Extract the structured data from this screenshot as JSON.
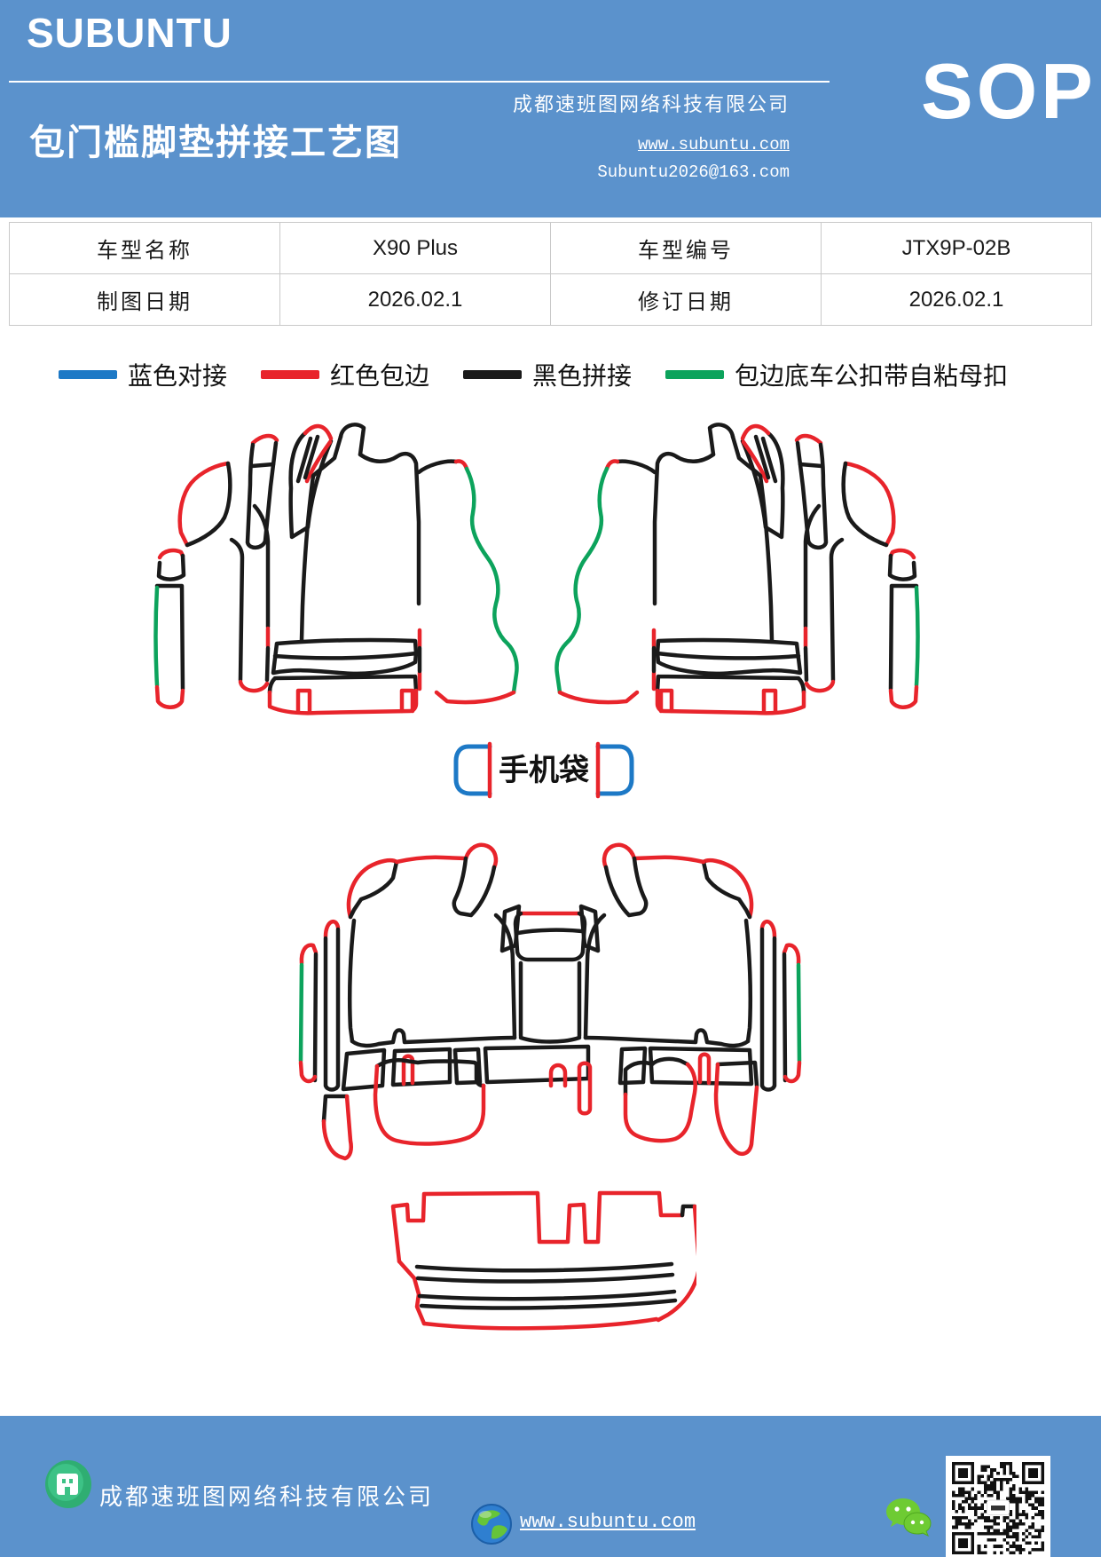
{
  "colors": {
    "header_blue": "#5b92cc",
    "footer_blue": "#5b92cc",
    "line_blue": "#1d79c6",
    "line_red": "#e8242b",
    "line_black": "#1a1a1a",
    "line_green": "#0ca35c",
    "table_border": "#c9c9c9"
  },
  "header": {
    "logo": "SUBUNTU",
    "title": "包门槛脚垫拼接工艺图",
    "company": "成都速班图网络科技有限公司",
    "website": "www.subuntu.com",
    "email": "Subuntu2026@163.com",
    "sop": "SOP"
  },
  "info_table": {
    "rows": [
      {
        "cells": [
          "车型名称",
          "X90 Plus",
          "车型编号",
          "JTX9P-02B"
        ]
      },
      {
        "cells": [
          "制图日期",
          "2026.02.1",
          "修订日期",
          "2026.02.1"
        ]
      }
    ]
  },
  "legend": {
    "items": [
      {
        "label": "蓝色对接",
        "color": "#1d79c6"
      },
      {
        "label": "红色包边",
        "color": "#e8242b"
      },
      {
        "label": "黑色拼接",
        "color": "#1a1a1a"
      },
      {
        "label": "包边底车公扣带自粘母扣",
        "color": "#0ca35c"
      }
    ]
  },
  "diagram": {
    "phone_bag_label": "手机袋",
    "sections": [
      "front-door-sill-mats",
      "phone-bag-pieces",
      "second-row-mats",
      "trunk-sill-mat"
    ]
  },
  "footer": {
    "company": "成都速班图网络科技有限公司",
    "website": "www.subuntu.com",
    "icons": [
      "building-icon",
      "globe-icon",
      "wechat-icon",
      "qr-code"
    ]
  }
}
